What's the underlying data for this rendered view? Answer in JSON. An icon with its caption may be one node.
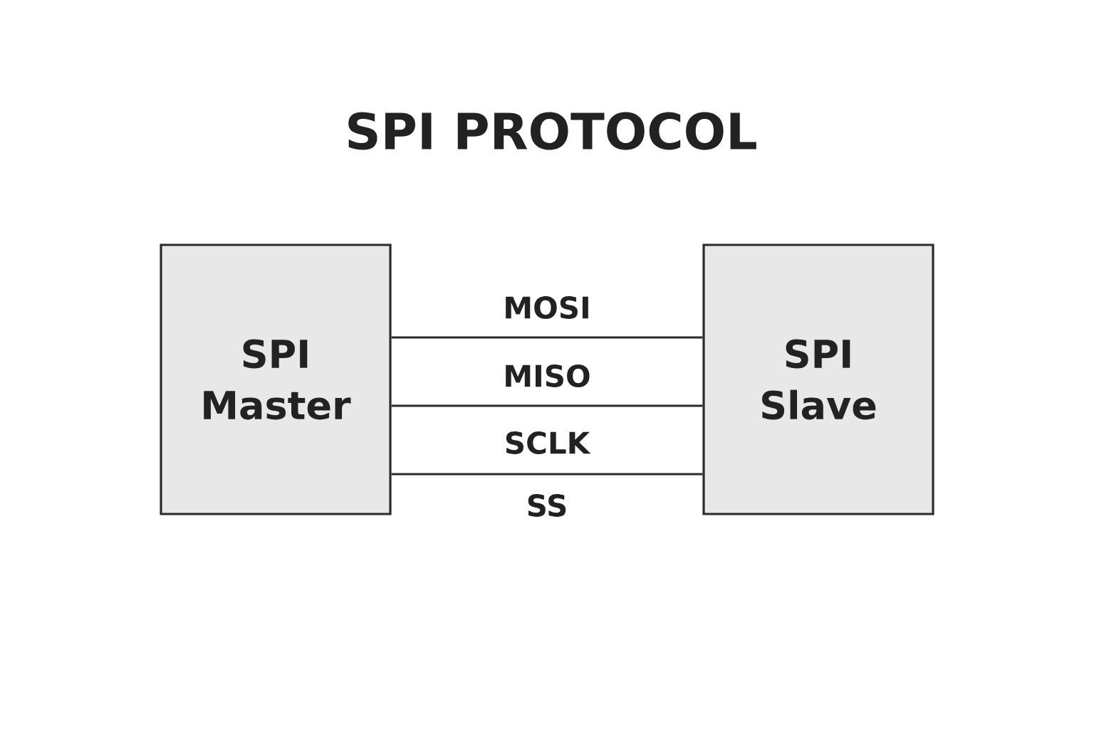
{
  "diagram": {
    "title": "SPI PROTOCOL",
    "nodes": [
      {
        "text": [
          "SPI Master"
        ]
      },
      {
        "text": [
          "SPI Slave"
        ]
      }
    ],
    "edges": [
      {
        "from": 0,
        "to": 1,
        "arrow": "none",
        "label": "MOSI"
      },
      {
        "from": 0,
        "to": 1,
        "arrow": "none",
        "label": "MISO"
      },
      {
        "from": 0,
        "to": 1,
        "arrow": "none",
        "label": "SCLK"
      }
    ],
    "labels": [
      "SS"
    ]
  }
}
